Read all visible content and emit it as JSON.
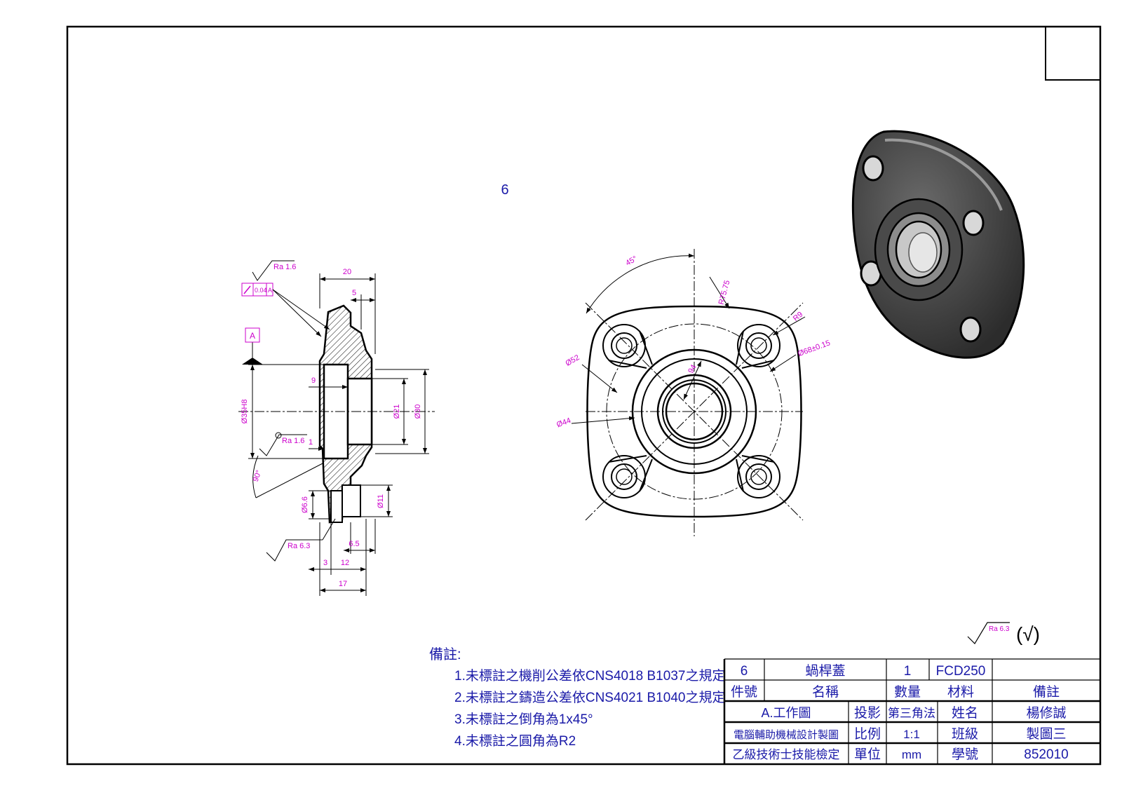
{
  "part_label": "6",
  "notes": {
    "heading": "備註:",
    "items": [
      "1.未標註之機削公差依CNS4018 B1037之規定",
      "2.未標註之鑄造公差依CNS4021 B1040之規定",
      "3.未標註之倒角為1x45°",
      "4.未標註之圓角為R2"
    ]
  },
  "surface_symbol": {
    "ra": "Ra 6.3",
    "general": "(√)"
  },
  "section_view": {
    "ra_top": "Ra 1.6",
    "gtol_value": "0.04",
    "gtol_datum": "A",
    "datum": "A",
    "dim_20": "20",
    "dim_5": "5",
    "dim_9": "9",
    "dim_1": "1",
    "dim_35h8": "Ø35H8",
    "dim_21": "Ø21",
    "dim_30": "Ø30",
    "ra_mid": "Ra 1.6",
    "dim_90": "90°",
    "dim_66": "Ø6.6",
    "dim_11": "Ø11",
    "ra_bottom": "Ra 6.3",
    "dim_65": "6.5",
    "dim_3": "3",
    "dim_12": "12",
    "dim_17": "17"
  },
  "front_view": {
    "ang_45": "45°",
    "r7575": "R75.75",
    "r9": "R9",
    "d52": "Ø52",
    "d68": "Ø68±0.15",
    "d94": "94",
    "d44": "Ø44"
  },
  "title_block": {
    "row1": {
      "no": "6",
      "name": "蝸桿蓋",
      "qty": "1",
      "material": "FCD250",
      "remark": ""
    },
    "row2": {
      "no": "件號",
      "name": "名稱",
      "qty": "數量",
      "material": "材料",
      "remark": "備註"
    },
    "row3": {
      "drawing": "A.工作圖",
      "projection_label": "投影",
      "projection": "第三角法",
      "name_label": "姓名",
      "name": "楊修誠"
    },
    "row4": {
      "course": "電腦輔助機械設計製圖",
      "scale_label": "比例",
      "scale": "1:1",
      "class_label": "班級",
      "class": "製圖三"
    },
    "row5": {
      "exam": "乙級技術士技能檢定",
      "unit_label": "單位",
      "unit": "mm",
      "id_label": "學號",
      "id": "852010"
    }
  }
}
